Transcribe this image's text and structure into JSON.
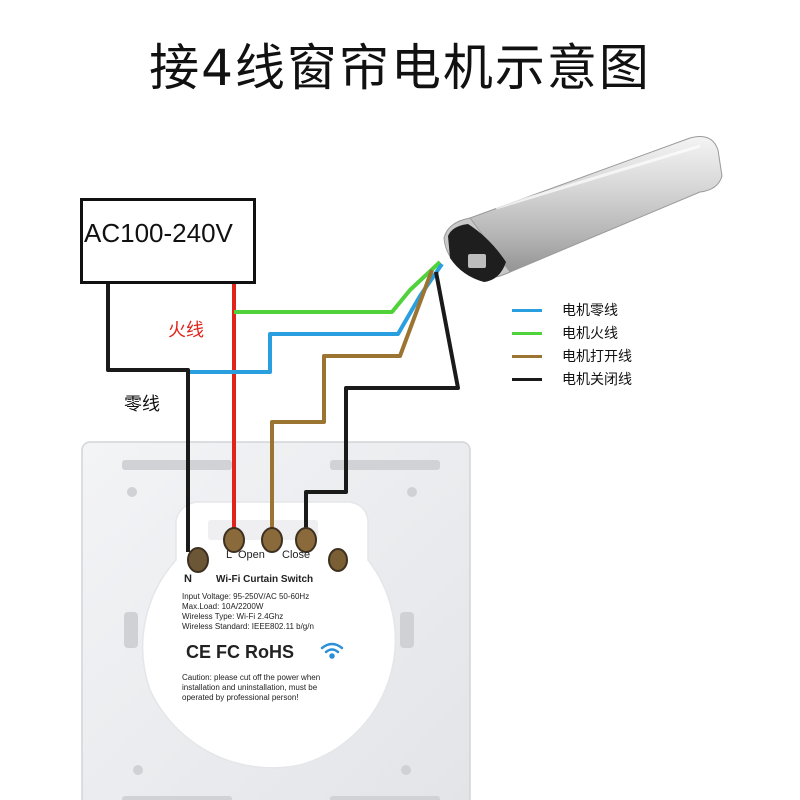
{
  "title": "接4线窗帘电机示意图",
  "power_supply": {
    "label": "AC100-240V"
  },
  "wire_labels": {
    "live": "火线",
    "neutral": "零线"
  },
  "legend": [
    {
      "label": "电机零线",
      "color": "#2a9fe0"
    },
    {
      "label": "电机火线",
      "color": "#4fd23a"
    },
    {
      "label": "电机打开线",
      "color": "#9b7432"
    },
    {
      "label": "电机关闭线",
      "color": "#1a1a1a"
    }
  ],
  "wire_colors": {
    "live_red": "#e0241b",
    "neutral_black": "#1a1a1a"
  },
  "switch": {
    "terminals": {
      "n": "N",
      "l": "L",
      "open": "Open",
      "close": "Close"
    },
    "model": "Wi-Fi Curtain Switch",
    "specs": [
      "Input Voltage: 95-250V/AC 50-60Hz",
      "Max.Load: 10A/2200W",
      "Wireless Type: Wi-Fi 2.4Ghz",
      "Wireless Standard: IEEE802.11 b/g/n"
    ],
    "certifications": "CE FC RoHS",
    "caution": [
      "Caution: please cut off the power when",
      "installation and uninstallation, must be",
      "operated by professional person!"
    ]
  }
}
